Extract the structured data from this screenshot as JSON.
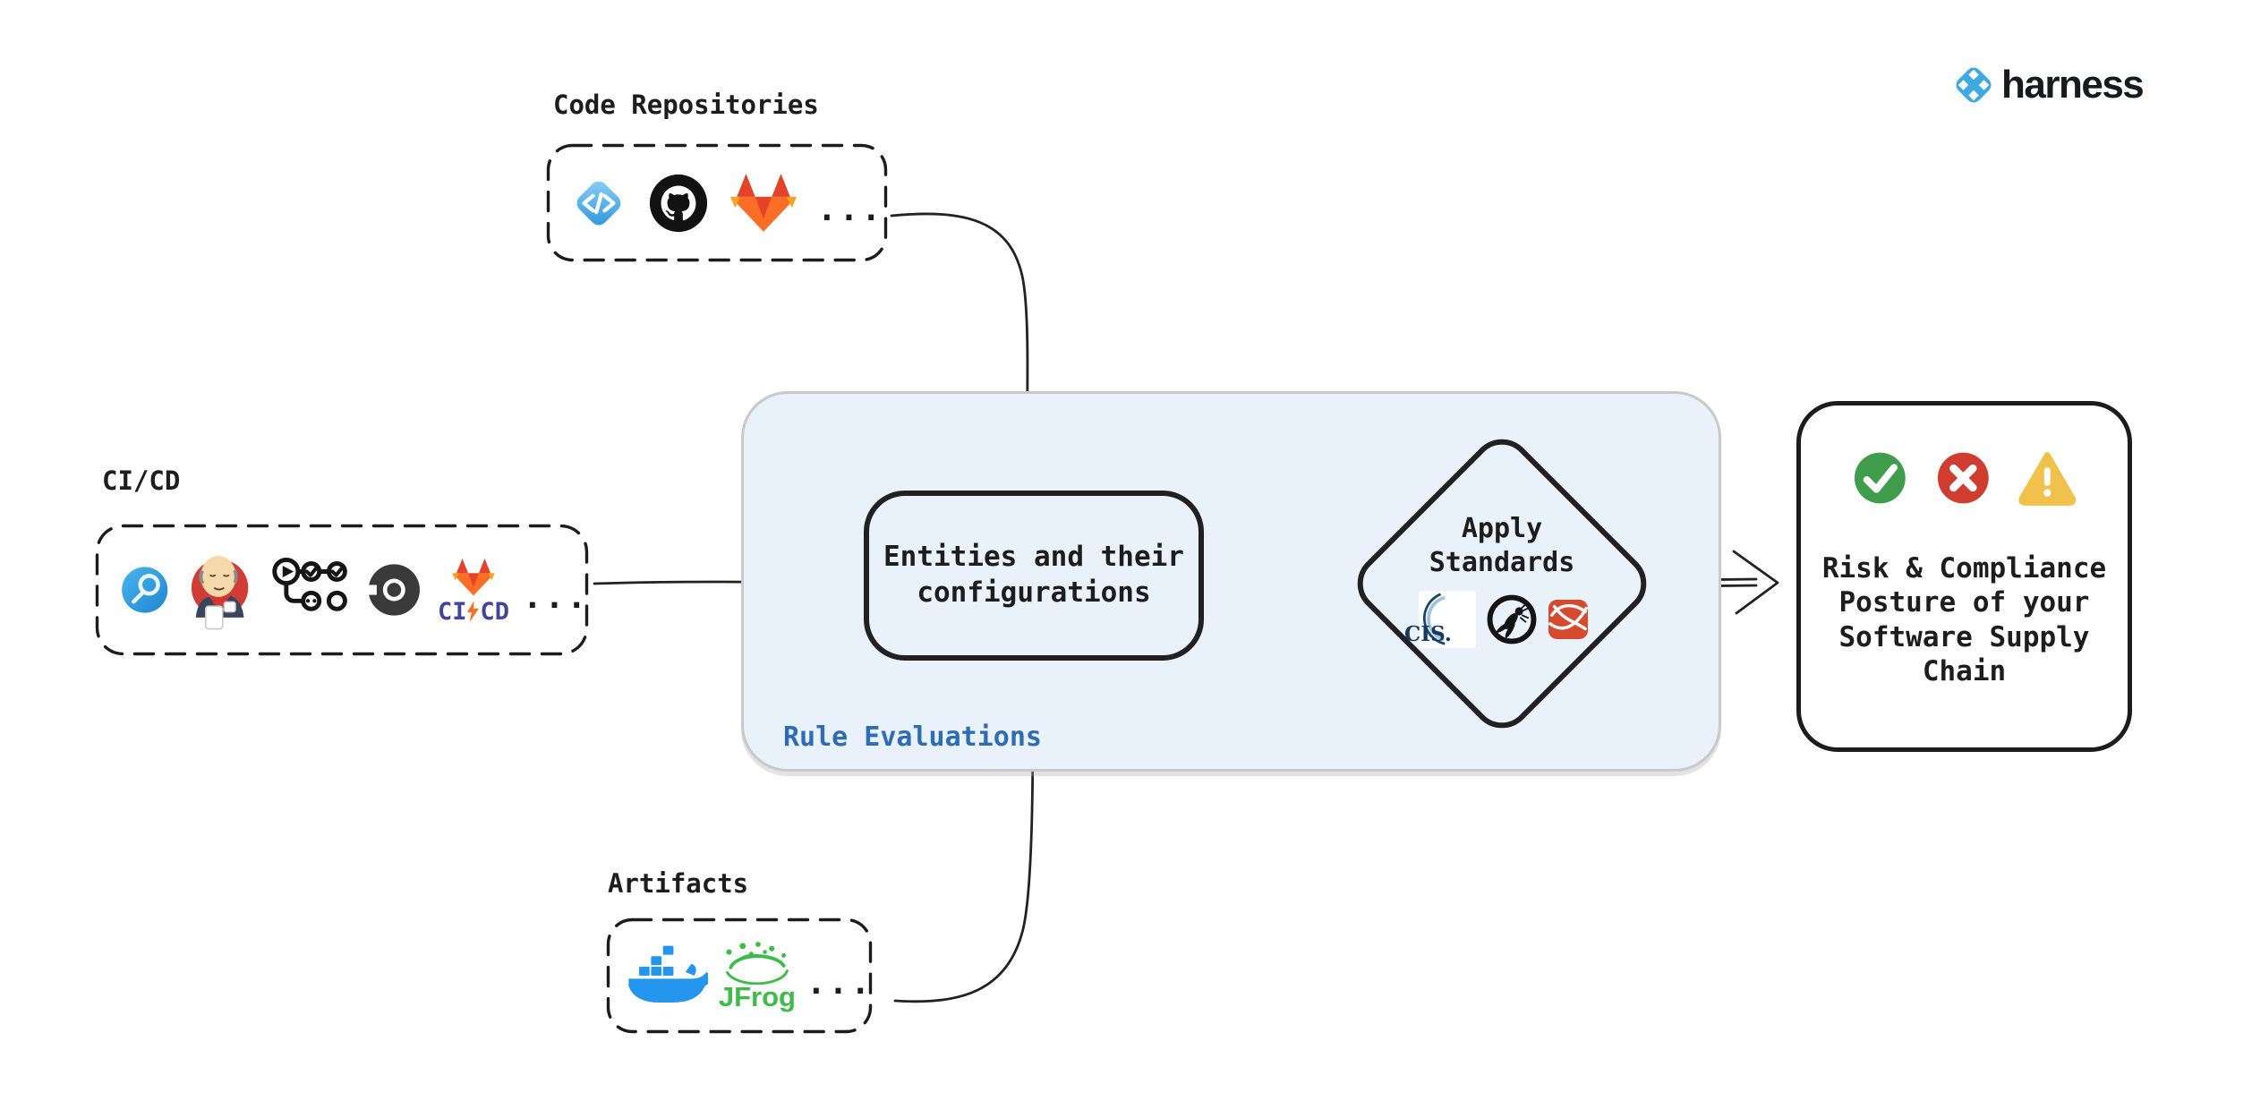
{
  "colors": {
    "canvas_bg": "#ffffff",
    "ink": "#1d1d1d",
    "container_fill": "#e9f1fb",
    "container_border": "#c9c9c9",
    "accent_blue": "#2e6cb5",
    "brand_blue": "#3fa9e1",
    "pass_green": "#3f9d4c",
    "fail_red": "#cf3d31",
    "warn_yellow": "#f0c24b",
    "gitlab_orange": "#fc6d26",
    "gitlab_red": "#e24329",
    "cicd_indigo": "#44449b",
    "docker_blue": "#2496ed",
    "jfrog_green": "#3fbb49",
    "cis_navy": "#16395f",
    "standards_red": "#d64a2e"
  },
  "brand": {
    "wordmark": "harness"
  },
  "sources": {
    "code_repositories": {
      "label": "Code Repositories",
      "icons": [
        "harness-code",
        "github",
        "gitlab"
      ],
      "more_label": "..."
    },
    "cicd": {
      "label": "CI/CD",
      "icons": [
        "harness-ci",
        "jenkins",
        "github-actions",
        "circleci",
        "gitlab-cicd"
      ],
      "gitlab_ci_label": "CI",
      "gitlab_cd_label": "CD",
      "more_label": "..."
    },
    "artifacts": {
      "label": "Artifacts",
      "icons": [
        "docker",
        "jfrog"
      ],
      "jfrog_label": "JFrog",
      "more_label": "..."
    }
  },
  "rule_evaluations": {
    "label": "Rule Evaluations",
    "entities_node": {
      "label": "Entities and their configurations"
    },
    "standards_node": {
      "label": "Apply Standards",
      "icons": [
        "cis",
        "owasp",
        "red-swoosh"
      ],
      "cis_label": "CIS."
    }
  },
  "output": {
    "label": "Risk & Compliance Posture of your Software Supply Chain",
    "status_icons": [
      "pass",
      "fail",
      "warning"
    ]
  }
}
